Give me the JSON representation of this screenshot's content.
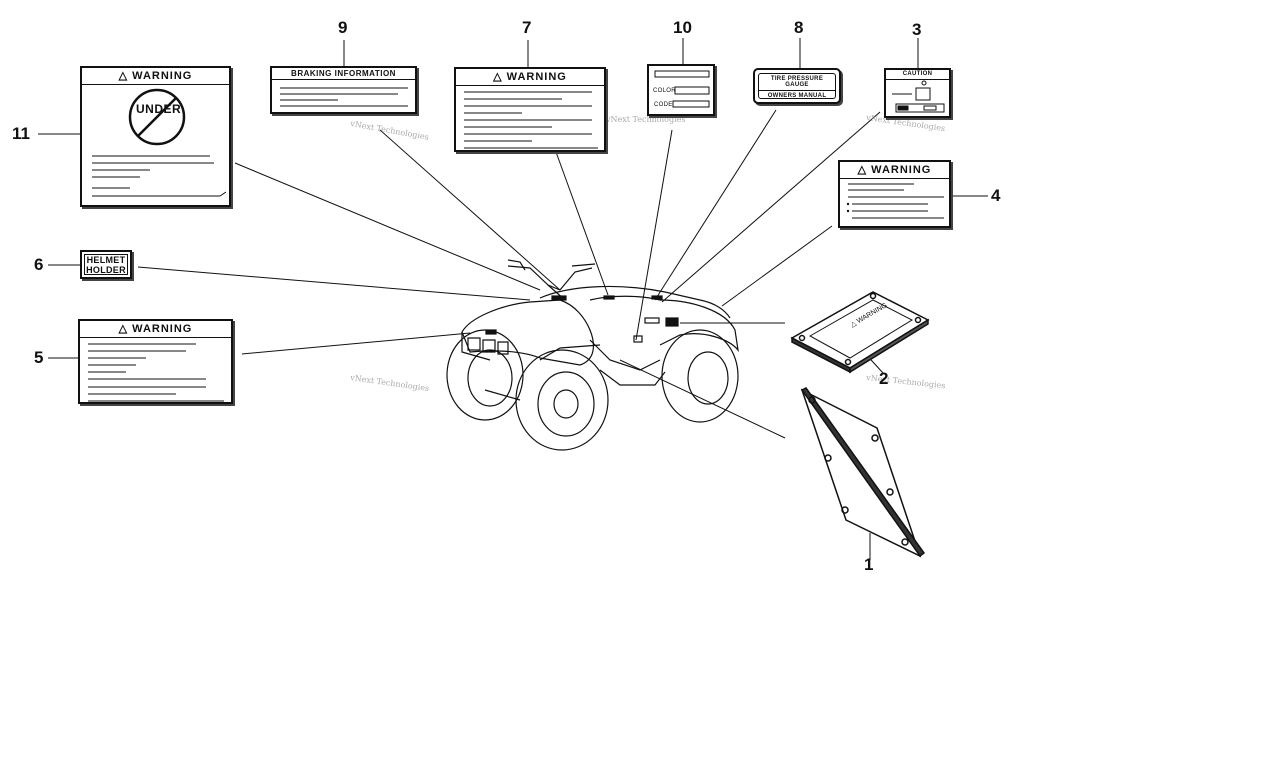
{
  "callouts": {
    "n1": "1",
    "n2": "2",
    "n3": "3",
    "n4": "4",
    "n5": "5",
    "n6": "6",
    "n7": "7",
    "n8": "8",
    "n9": "9",
    "n10": "10",
    "n11": "11"
  },
  "labels": {
    "warning": "△ WARNING",
    "under": "UNDER",
    "braking": "BRAKING INFORMATION",
    "tire_gauge": "TIRE PRESSURE GAUGE",
    "owners_manual": "OWNERS MANUAL",
    "caution": "CAUTION",
    "helmet_1": "HELMET",
    "helmet_2": "HOLDER",
    "color": "COLOR",
    "code": "CODE",
    "plate_warning": "△ WARNING"
  },
  "watermark": "vNext Technologies",
  "colors": {
    "ink": "#111111",
    "watermark": "#aaaaaa",
    "background": "#ffffff"
  }
}
